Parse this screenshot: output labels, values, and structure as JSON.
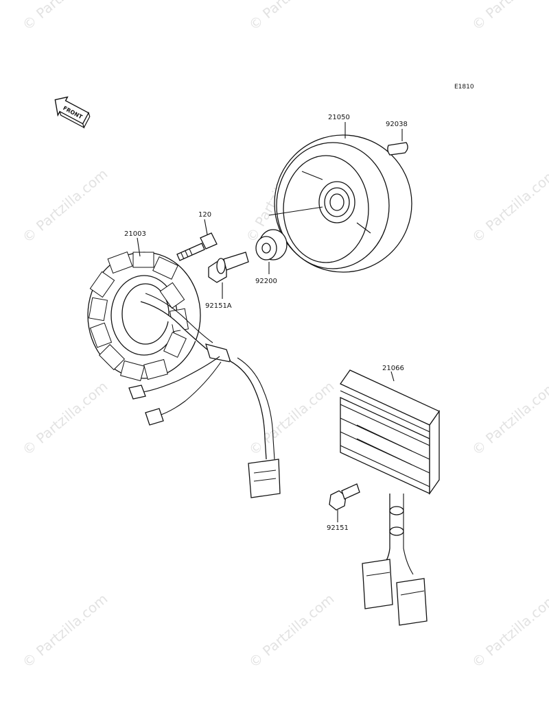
{
  "diagram": {
    "code": "E1810",
    "front_label": "FRONT",
    "watermark": "© Partzilla.com"
  },
  "parts": [
    {
      "id": "flywheel",
      "label": "21050"
    },
    {
      "id": "key",
      "label": "92038"
    },
    {
      "id": "bolt-120",
      "label": "120"
    },
    {
      "id": "stator",
      "label": "21003"
    },
    {
      "id": "washer",
      "label": "92200"
    },
    {
      "id": "flange-bolt",
      "label": "92151A"
    },
    {
      "id": "regulator",
      "label": "21066"
    },
    {
      "id": "regulator-bolt",
      "label": "92151"
    }
  ]
}
